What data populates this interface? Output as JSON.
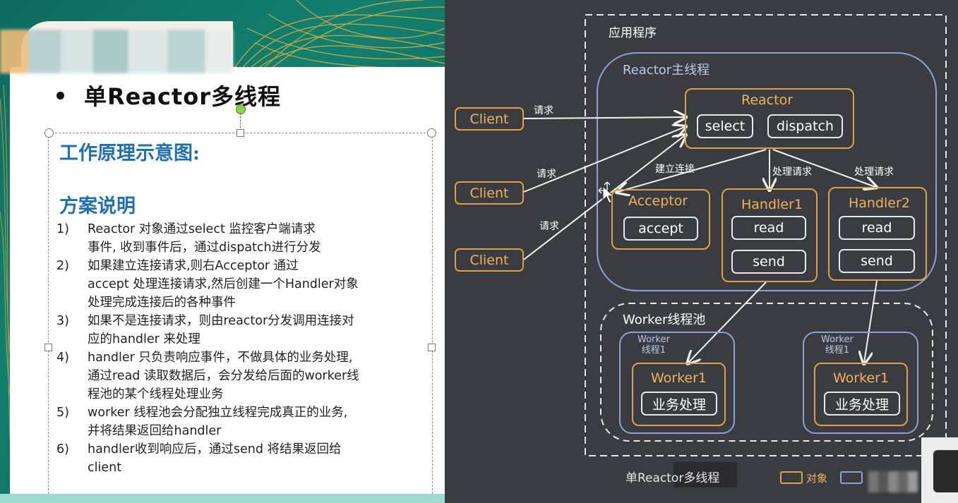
{
  "slide": {
    "title": "单Reactor多线程",
    "section_diagram": "工作原理示意图:",
    "section_desc": "方案说明",
    "steps": [
      {
        "num": "1)",
        "lines": [
          "Reactor 对象通过select 监控客户端请求",
          "事件, 收到事件后，通过dispatch进行分发"
        ]
      },
      {
        "num": "2)",
        "lines": [
          "如果建立连接请求,则右Acceptor 通过",
          "accept 处理连接请求,然后创建一个Handler对象",
          "处理完成连接后的各种事件"
        ]
      },
      {
        "num": "3)",
        "lines": [
          "如果不是连接请求，则由reactor分发调用连接对",
          "应的handler 来处理"
        ]
      },
      {
        "num": "4)",
        "lines": [
          "handler 只负责响应事件，不做具体的业务处理,",
          "通过read 读取数据后，会分发给后面的worker线",
          "程池的某个线程处理业务"
        ]
      },
      {
        "num": "5)",
        "lines": [
          "worker 线程池会分配独立线程完成真正的业务,",
          "并将结果返回给handler"
        ]
      },
      {
        "num": "6)",
        "lines": [
          "handler收到响应后，通过send 将结果返回给",
          "client"
        ]
      }
    ]
  },
  "diagram": {
    "app_label": "应用程序",
    "reactor_thread_label": "Reactor主线程",
    "reactor": {
      "title": "Reactor",
      "select": "select",
      "dispatch": "dispatch"
    },
    "clients": [
      "Client",
      "Client",
      "Client"
    ],
    "request_label": "请求",
    "establish_label": "建立连接",
    "handle_label": "处理请求",
    "acceptor": {
      "title": "Acceptor",
      "accept": "accept"
    },
    "handler1": {
      "title": "Handler1",
      "read": "read",
      "send": "send"
    },
    "handler2": {
      "title": "Handler2",
      "read": "read",
      "send": "send"
    },
    "worker_pool_label": "Worker线程池",
    "worker_thread_label_1": "Worker",
    "worker_thread_label_2": "线程1",
    "worker": {
      "title": "Worker1",
      "task": "业务处理"
    },
    "footer_title": "单Reactor多线程",
    "legend_object": "对象",
    "colors": {
      "object": "#d9a441",
      "thread": "#8aa2d8",
      "background": "#3a3c41"
    }
  }
}
